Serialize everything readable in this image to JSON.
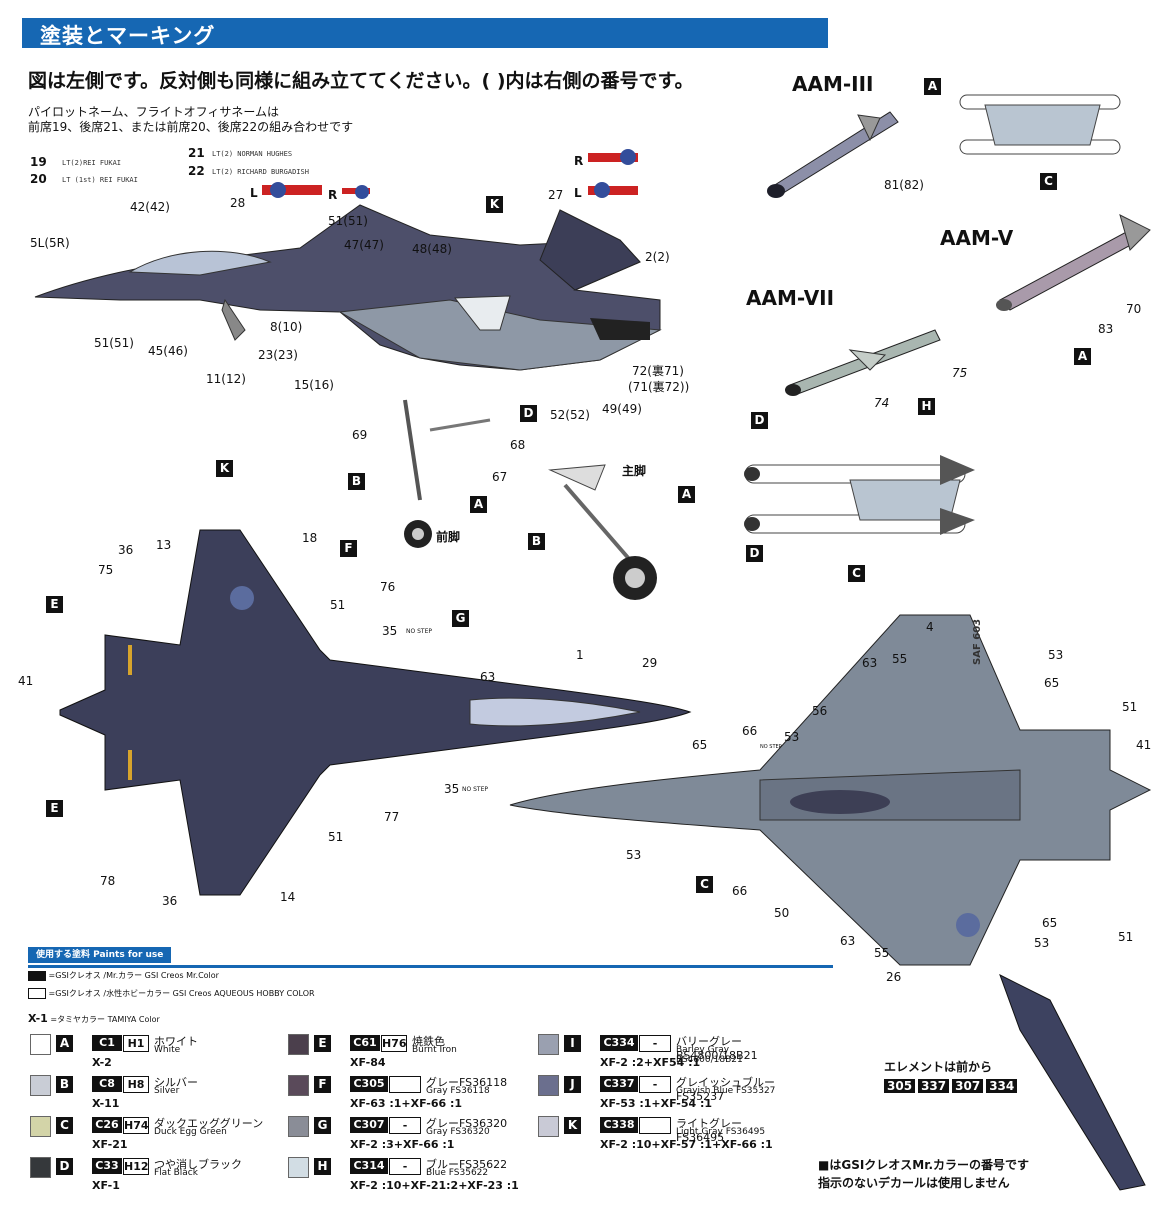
{
  "header": {
    "title": "塗装とマーキング"
  },
  "instructions": {
    "main": "図は左側です。反対側も同様に組み立ててください。( )内は右側の番号です。",
    "note_line1": "パイロットネーム、フライトオフィサネームは",
    "note_line2": "前席19、後席21、または前席20、後席22の組み合わせです"
  },
  "pilot_names": {
    "n19": "19",
    "t19": "LT(2)REI FUKAI",
    "n20": "20",
    "t20": "LT (1st) REI FUKAI",
    "n21": "21",
    "t21": "LT(2) NORMAN HUGHES",
    "n22": "22",
    "t22": "LT(2) RICHARD BURGADISH"
  },
  "weapons": {
    "aam3": "AAM-III",
    "aam5": "AAM-V",
    "aam7": "AAM-VII"
  },
  "gear": {
    "front": "前脚",
    "main": "主脚"
  },
  "side_labels": {
    "l5": "5L(5R)",
    "l42": "42(42)",
    "l28": "28",
    "l51a": "51(51)",
    "l47": "47(47)",
    "l48": "48(48)",
    "l27": "27",
    "l2": "2(2)",
    "l51b": "51(51)",
    "l45": "45(46)",
    "l8": "8(10)",
    "l23": "23(23)",
    "l11": "11(12)",
    "l15": "15(16)",
    "l52": "52(52)",
    "l49": "49(49)",
    "l72a": "72(裏71)",
    "l72b": "(71(裏72))",
    "rL": "L",
    "rR": "R",
    "rR2": "R",
    "rL2": "L"
  },
  "missile_labels": {
    "l81": "81(82)",
    "l83": "83",
    "l70": "70",
    "l75": "75",
    "l74": "74"
  },
  "gear_labels": {
    "l69": "69",
    "l68": "68",
    "l67": "67"
  },
  "top_labels": {
    "l36a": "36",
    "l13": "13",
    "l18": "18",
    "l75": "75",
    "l41": "41",
    "l51a": "51",
    "l76": "76",
    "l35a": "35",
    "nostep1": "NO STEP",
    "l1": "1",
    "l29": "29",
    "l63": "63",
    "l35b": "35",
    "nostep2": "NO STEP",
    "l77": "77",
    "l51b": "51",
    "l78": "78",
    "l36b": "36",
    "l14": "14"
  },
  "bottom_labels": {
    "l4": "4",
    "l63a": "63",
    "l55a": "55",
    "l53a": "53",
    "l65a": "65",
    "l56": "56",
    "l66a": "66",
    "l53b": "53",
    "l65b": "65",
    "l51a": "51",
    "l41": "41",
    "l53c": "53",
    "l66b": "66",
    "l50": "50",
    "l63b": "63",
    "l55b": "55",
    "l26": "26",
    "l65c": "65",
    "l53d": "53",
    "l51b": "51",
    "saf": "SAF 603",
    "nostepb": "NO STEP"
  },
  "paints": {
    "header": "使用する塗料 Paints for use",
    "legend1": "=GSIクレオス /Mr.カラー GSI Creos Mr.Color",
    "legend2": "=GSIクレオス /水性ホビーカラー GSI Creos AQUEOUS HOBBY COLOR",
    "legend3_code": "X-1",
    "legend3": "=タミヤカラー TAMIYA Color",
    "items": [
      {
        "key": "A",
        "color": "#ffffff",
        "mr": "C1",
        "h": "H1",
        "jp": "ホワイト",
        "en": "White",
        "mix": "X-2"
      },
      {
        "key": "B",
        "color": "#c9cdd6",
        "mr": "C8",
        "h": "H8",
        "jp": "シルバー",
        "en": "Silver",
        "mix": "X-11"
      },
      {
        "key": "C",
        "color": "#d3d4a8",
        "mr": "C26",
        "h": "H74",
        "jp": "ダックエッググリーン",
        "en": "Duck Egg Green",
        "mix": "XF-21"
      },
      {
        "key": "D",
        "color": "#35383b",
        "mr": "C33",
        "h": "H12",
        "jp": "つや消しブラック",
        "en": "Flat Black",
        "mix": "XF-1"
      },
      {
        "key": "E",
        "color": "#4b3f4c",
        "mr": "C61",
        "h": "H76",
        "jp": "焼鉄色",
        "en": "Burnt Iron",
        "mix": "XF-84"
      },
      {
        "key": "F",
        "color": "#5a4a5a",
        "mr": "C305",
        "h": "",
        "jp": "グレーFS36118",
        "en": "Gray FS36118",
        "mix": "XF-63 :1+XF-66 :1"
      },
      {
        "key": "G",
        "color": "#8a8d97",
        "mr": "C307",
        "h": "-",
        "jp": "グレーFS36320",
        "en": "Gray FS36320",
        "mix": "XF-2 :3+XF-66 :1"
      },
      {
        "key": "H",
        "color": "#d2dde4",
        "mr": "C314",
        "h": "-",
        "jp": "ブルーFS35622",
        "en": "Blue FS35622",
        "mix": "XF-2 :10+XF-21:2+XF-23 :1"
      },
      {
        "key": "I",
        "color": "#9aa0b0",
        "mr": "C334",
        "h": "-",
        "jp": "バリーグレーBS4800/18B21",
        "en": "Barley Gray BS4800/18B21",
        "mix": "XF-2 :2+XF54 :1"
      },
      {
        "key": "J",
        "color": "#6b6f8e",
        "mr": "C337",
        "h": "-",
        "jp": "グレイッシュブルーFS35237",
        "en": "Grayish Blue FS35327",
        "mix": "XF-53 :1+XF-54 :1"
      },
      {
        "key": "K",
        "color": "#c9cad6",
        "mr": "C338",
        "h": "",
        "jp": "ライトグレーFS36495",
        "en": "Light Gray FS36495",
        "mix": "XF-2 :10+XF-57 :1+XF-66 :1"
      }
    ]
  },
  "element": {
    "title": "エレメントは前から",
    "codes": [
      "305",
      "337",
      "307",
      "334"
    ]
  },
  "footer": {
    "line1": "■はGSIクレオスMr.カラーの番号です",
    "line2": "指示のないデカールは使用しません"
  }
}
